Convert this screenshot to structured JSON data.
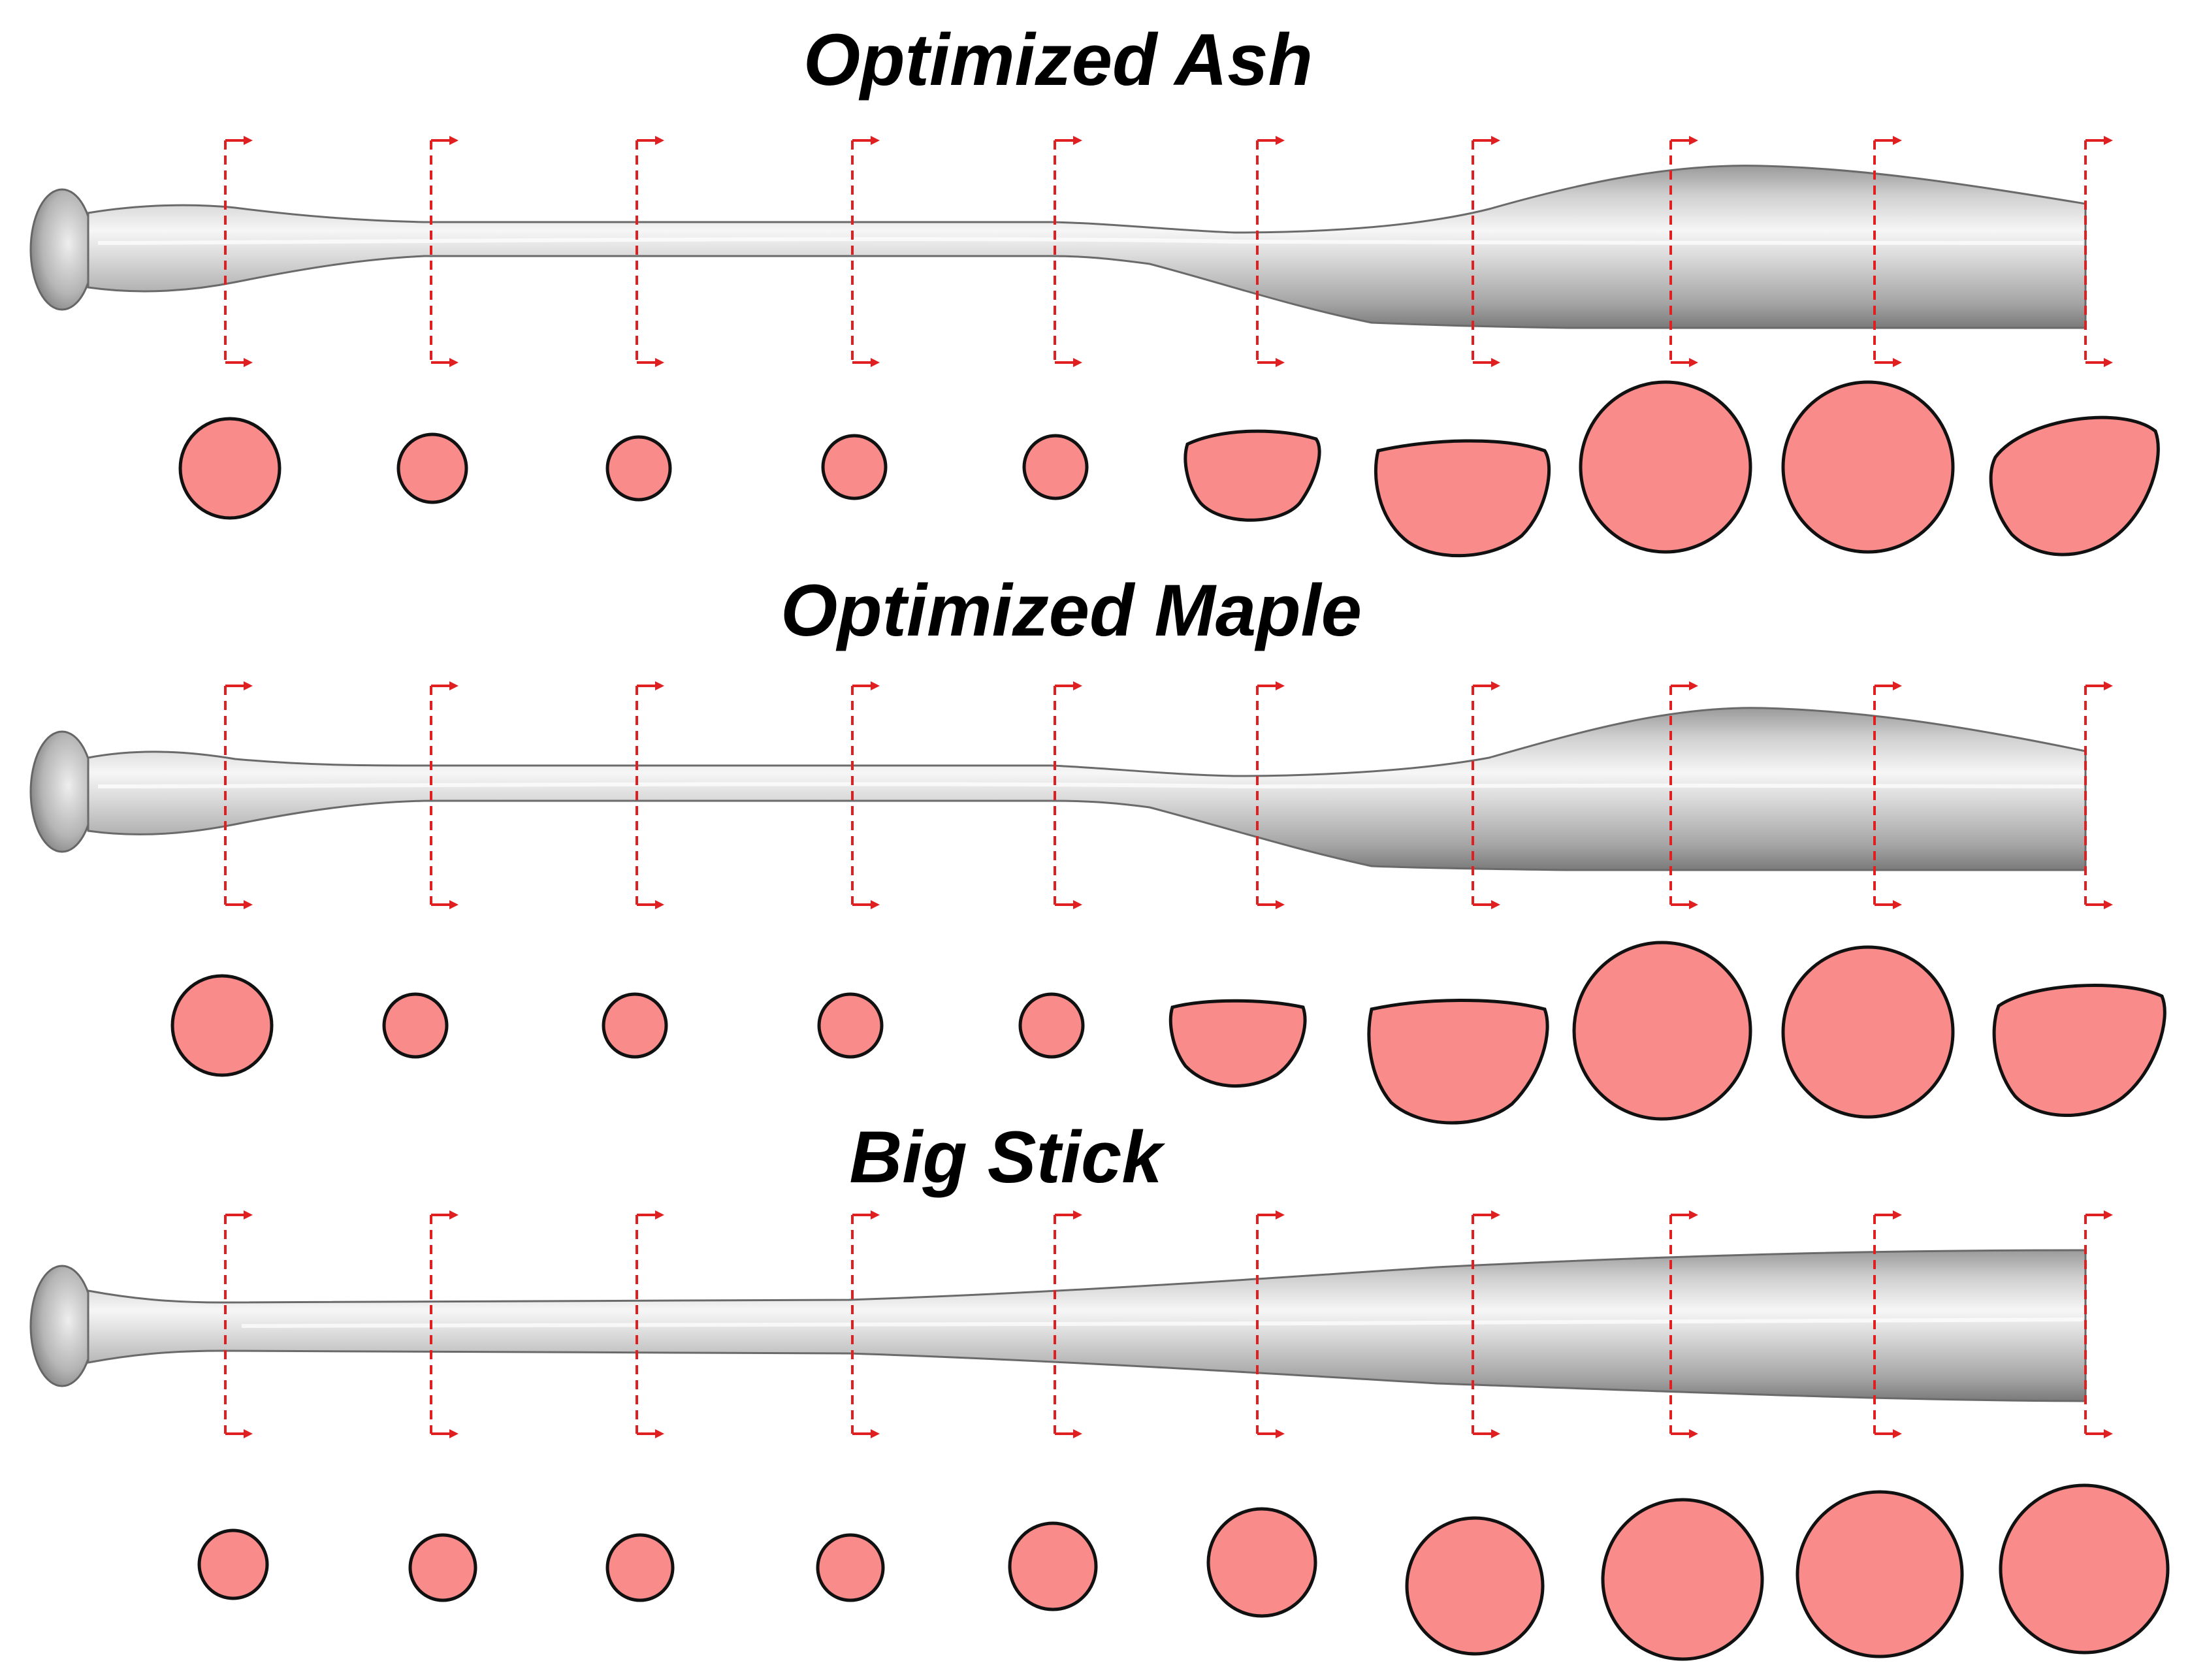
{
  "colors": {
    "section_fill": "#f98b8b",
    "cut_line": "#e02020",
    "bat_light": "#f4f4f4",
    "bat_dark": "#8c8c8c"
  },
  "panels": [
    {
      "title": "Optimized Ash",
      "bat": "optimized-ash",
      "sections": [
        "circle",
        "circle",
        "circle",
        "circle",
        "circle",
        "d-shape",
        "d-shape",
        "circle",
        "circle",
        "d-shape"
      ]
    },
    {
      "title": "Optimized Maple",
      "bat": "optimized-maple",
      "sections": [
        "circle",
        "circle",
        "circle",
        "circle",
        "circle",
        "d-shape",
        "d-shape",
        "circle",
        "circle",
        "d-shape"
      ]
    },
    {
      "title": "Big Stick",
      "bat": "big-stick",
      "sections": [
        "circle",
        "circle",
        "circle",
        "circle",
        "circle",
        "circle",
        "circle",
        "circle",
        "circle",
        "circle"
      ]
    }
  ]
}
